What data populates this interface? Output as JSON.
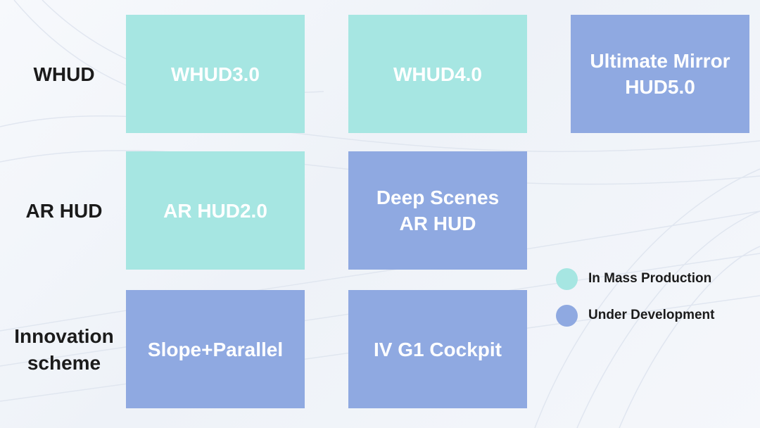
{
  "row_labels": {
    "whud": "WHUD",
    "arhud": "AR HUD",
    "innovation_line1": "Innovation",
    "innovation_line2": "scheme"
  },
  "boxes": {
    "whud30": "WHUD3.0",
    "whud40": "WHUD4.0",
    "ultimate_line1": "Ultimate Mirror",
    "ultimate_line2": "HUD5.0",
    "arhud20": "AR HUD2.0",
    "deep_line1": "Deep Scenes",
    "deep_line2": "AR HUD",
    "slope": "Slope+Parallel",
    "iv": "IV G1 Cockpit"
  },
  "legend": {
    "mass": "In Mass Production",
    "dev": "Under Development"
  },
  "colors": {
    "mass_production": "#a6e6e2",
    "under_development": "#8fa9e1"
  }
}
